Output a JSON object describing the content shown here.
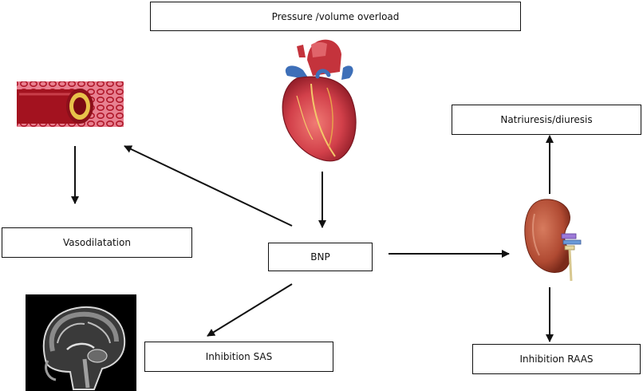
{
  "nodes": {
    "pressure": "Pressure /volume overload",
    "natriuresis": "Natriuresis/diuresis",
    "vasodilatation": "Vasodilatation",
    "bnp": "BNP",
    "inhibition_sas": "Inhibition SAS",
    "inhibition_raas": "Inhibition RAAS"
  },
  "icons": {
    "heart": "heart-icon",
    "vessel": "blood-vessel-icon",
    "kidney": "kidney-icon",
    "brain": "brain-mri-icon"
  },
  "colors": {
    "line": "#111111",
    "heart": "#c8323c",
    "vessel": "#b0182a",
    "kidney": "#b8543a",
    "mri_bg": "#000000"
  }
}
